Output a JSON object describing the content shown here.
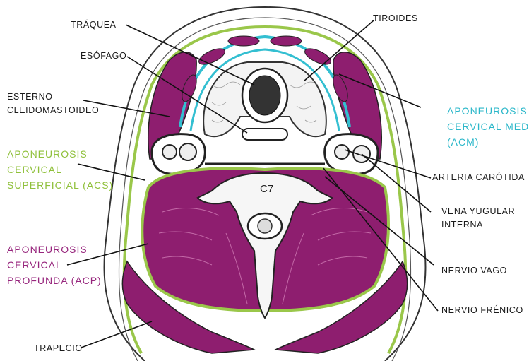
{
  "labels": {
    "traquea": "TRÁQUEA",
    "esofago": "ESÓFAGO",
    "tiroides": "TIROIDES",
    "esterno_1": "ESTERNO-",
    "esterno_2": "CLEIDOMASTOIDEO",
    "acs_1": "APONEUROSIS",
    "acs_2": "CERVICAL",
    "acs_3": "SUPERFICIAL (ACS)",
    "acp_1": "APONEUROSIS",
    "acp_2": "CERVICAL",
    "acp_3": "PROFUNDA (ACP)",
    "acm_1": "APONEUROSIS",
    "acm_2": "CERVICAL MEDIA",
    "acm_3": "(ACM)",
    "carotida": "ARTERIA CARÓTIDA",
    "yugular_1": "VENA YUGULAR",
    "yugular_2": "INTERNA",
    "vago": "NERVIO VAGO",
    "frenico": "NERVIO FRÉNICO",
    "trapecio": "TRAPECIO",
    "vertebra": "C7"
  },
  "colors": {
    "superficial": "#9ac74a",
    "media": "#33bfd1",
    "profunda": "#97267d",
    "muscle": "#8e1e6f",
    "outline": "#222222"
  }
}
